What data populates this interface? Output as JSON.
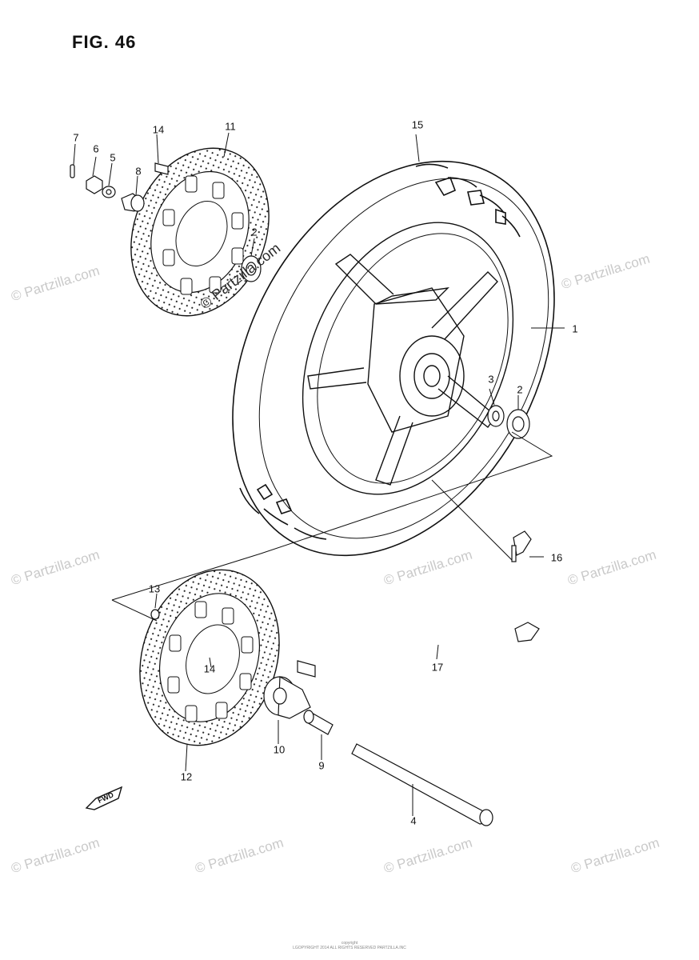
{
  "figure": {
    "title": "FIG. 46"
  },
  "callouts": [
    {
      "id": "7",
      "label": "7"
    },
    {
      "id": "6",
      "label": "6"
    },
    {
      "id": "5",
      "label": "5"
    },
    {
      "id": "8",
      "label": "8"
    },
    {
      "id": "14a",
      "label": "14"
    },
    {
      "id": "11",
      "label": "11"
    },
    {
      "id": "2a",
      "label": "2"
    },
    {
      "id": "15",
      "label": "15"
    },
    {
      "id": "1",
      "label": "1"
    },
    {
      "id": "3",
      "label": "3"
    },
    {
      "id": "2b",
      "label": "2"
    },
    {
      "id": "16",
      "label": "16"
    },
    {
      "id": "13",
      "label": "13"
    },
    {
      "id": "14b",
      "label": "14"
    },
    {
      "id": "17",
      "label": "17"
    },
    {
      "id": "10",
      "label": "10"
    },
    {
      "id": "9",
      "label": "9"
    },
    {
      "id": "12",
      "label": "12"
    },
    {
      "id": "4",
      "label": "4"
    }
  ],
  "direction_marker": {
    "label": "FWD"
  },
  "watermark": {
    "text": "© Partzilla.com"
  },
  "footer": {
    "line1": "copyright",
    "line2": "LGOPYRIGHT 2014 ALL RIGHTS RESERVED PARTZILLA.INC"
  }
}
